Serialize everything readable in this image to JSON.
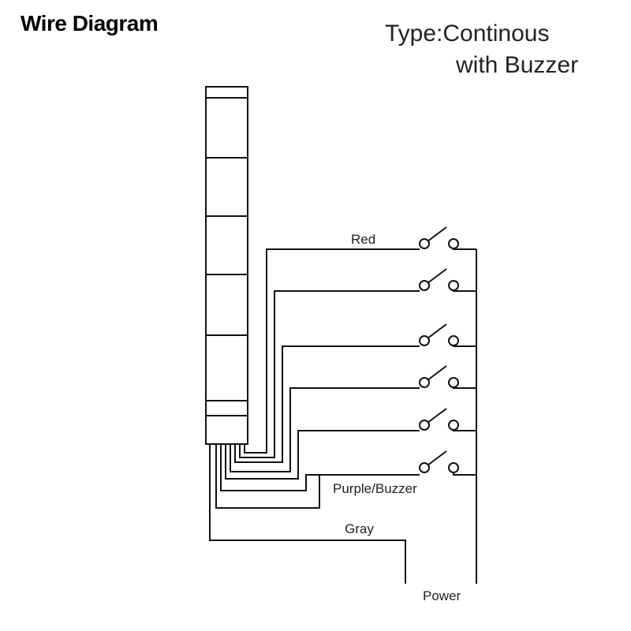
{
  "header": {
    "title": "Wire Diagram",
    "type_line1": "Type:Continous",
    "type_line2": "with Buzzer"
  },
  "labels": {
    "red": "Red",
    "purple_buzzer": "Purple/Buzzer",
    "gray": "Gray",
    "power": "Power"
  }
}
